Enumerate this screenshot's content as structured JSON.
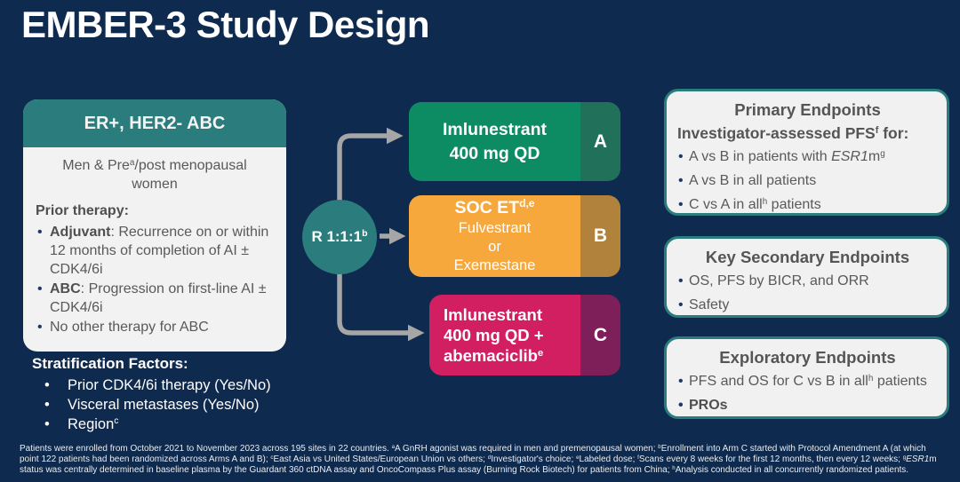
{
  "title": "EMBER-3 Study Design",
  "colors": {
    "background": "#0e2a4e",
    "teal": "#2a7d7c",
    "panel_bg": "#f2f2f2",
    "arm_a": "#0d8b63",
    "arm_a_tab": "#20705a",
    "arm_b": "#f7a83c",
    "arm_b_tab": "#b1823c",
    "arm_c": "#d11f62",
    "arm_c_tab": "#7e1f5a",
    "arrow": "#a6a6a6",
    "bullet_dot": "#1f3864",
    "body_text": "#595959"
  },
  "population": {
    "header": "ER+, HER2- ABC",
    "subtitle": {
      "pre": "Men & Pre",
      "sup": "a",
      "post": "/post menopausal women"
    },
    "prior_label": "Prior therapy:",
    "bullets": [
      {
        "bold": "Adjuvant",
        "text": ": Recurrence on or within 12 months of completion of AI ± CDK4/6i"
      },
      {
        "bold": "ABC",
        "text": ": Progression on first-line AI ± CDK4/6i"
      },
      {
        "bold": "",
        "text": "No other therapy for ABC"
      }
    ]
  },
  "stratification": {
    "label": "Stratification Factors:",
    "items": [
      "Prior CDK4/6i therapy (Yes/No)",
      "Visceral metastases (Yes/No)"
    ],
    "region": {
      "pre": "Region",
      "sup": "c"
    }
  },
  "randomization": {
    "label": "R 1:1:1",
    "sup": "b"
  },
  "arms": {
    "a": {
      "line1": "Imlunestrant",
      "line2": "400 mg QD",
      "letter": "A"
    },
    "b": {
      "title": {
        "pre": "SOC ET",
        "sup": "d,e"
      },
      "line1": "Fulvestrant",
      "line2": "or",
      "line3": "Exemestane",
      "letter": "B"
    },
    "c": {
      "line1": "Imlunestrant",
      "line2": "400 mg QD +",
      "line3": {
        "pre": "abemaciclib",
        "sup": "e"
      },
      "letter": "C"
    }
  },
  "endpoints": {
    "primary": {
      "title": "Primary Endpoints",
      "subtitle": {
        "pre": "Investigator-assessed PFS",
        "sup": "f",
        "post": " for:"
      },
      "bullet1": {
        "pre": "A vs B in patients with ",
        "italic": "ESR1",
        "post": "m",
        "sup": "g"
      },
      "bullet2": "A vs B in all patients",
      "bullet3": {
        "pre": "C vs A in all",
        "sup": "h",
        "post": " patients"
      }
    },
    "secondary": {
      "title": "Key Secondary Endpoints",
      "bullet1": "OS, PFS by BICR, and ORR",
      "bullet2": "Safety"
    },
    "exploratory": {
      "title": "Exploratory Endpoints",
      "bullet1": {
        "pre": "PFS and OS for C vs B in all",
        "sup": "h",
        "post": " patients"
      },
      "bullet2": "PROs"
    }
  },
  "footnote": {
    "p0": "Patients were enrolled from October 2021 to November 2023 across 195 sites in 22 countries. ",
    "sup0": "a",
    "p1": "A GnRH agonist was required in men and premenopausal women; ",
    "sup1": "b",
    "p2": "Enrollment into Arm C started with Protocol Amendment A (at which point 122 patients had been randomized across Arms A and B); ",
    "sup2": "c",
    "p3": "East Asia vs United States/European Union vs others; ",
    "sup3": "d",
    "p4": "Investigator's choice; ",
    "sup4": "e",
    "p5": "Labeled dose; ",
    "sup5": "f",
    "p6": "Scans every 8 weeks for the first 12 months, then every 12 weeks; ",
    "sup6": "g",
    "italic": "ESR1",
    "p7": "m status was centrally determined in baseline plasma by the Guardant 360 ctDNA assay and OncoCompass Plus assay (Burning Rock Biotech) for patients from China; ",
    "sup7": "h",
    "p8": "Analysis conducted in all concurrently randomized patients."
  }
}
